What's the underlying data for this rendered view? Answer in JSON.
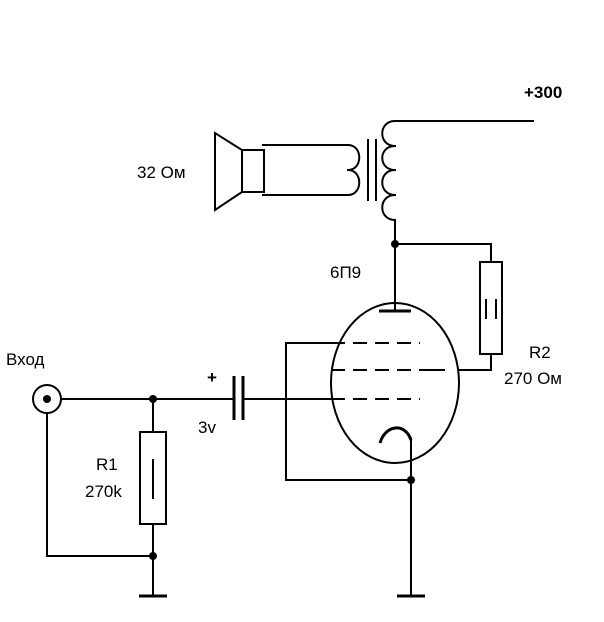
{
  "labels": {
    "supply": "+300",
    "speaker": "32 Ом",
    "tube": "6П9",
    "input": "Вход",
    "r1_name": "R1",
    "r1_value": "270k",
    "r2_name": "R2",
    "r2_value": "270 Ом",
    "cap_voltage": "3v",
    "cap_polarity": "+"
  }
}
